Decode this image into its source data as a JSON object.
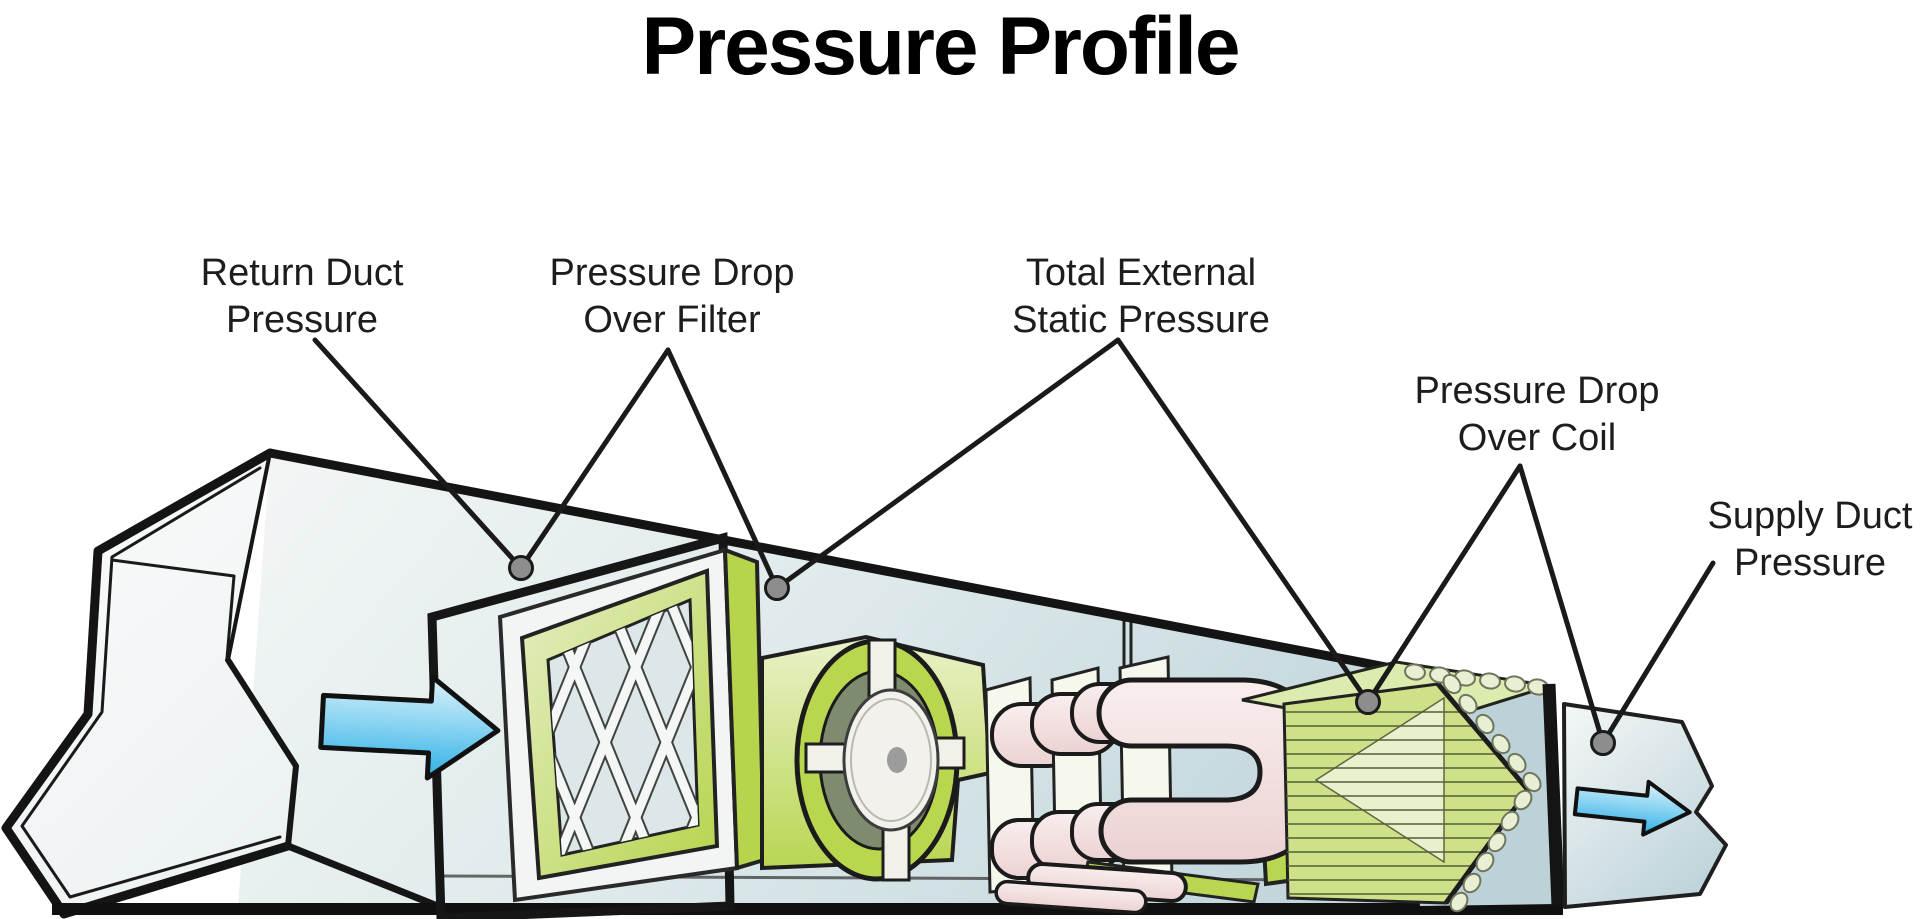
{
  "title": "Pressure Profile",
  "labels": {
    "return_duct": {
      "line1": "Return Duct",
      "line2": "Pressure"
    },
    "filter": {
      "line1": "Pressure Drop",
      "line2": "Over Filter"
    },
    "total_external": {
      "line1": "Total External",
      "line2": "Static Pressure"
    },
    "coil": {
      "line1": "Pressure Drop",
      "line2": "Over Coil"
    },
    "supply_duct": {
      "line1": "Supply Duct",
      "line2": "Pressure"
    }
  },
  "diagram": {
    "type": "HVAC air handler pressure profile illustration",
    "airflow_direction": "left-to-right",
    "pressure_tap_count": 4,
    "icons": [
      "return-duct",
      "filter",
      "blower-fan",
      "heat-exchanger-tubes",
      "cooling-coil",
      "supply-duct",
      "airflow-arrow",
      "pressure-tap-dot"
    ]
  },
  "colors": {
    "outline": "#1a1a1a",
    "cabinet_face_light": "#f3f6f5",
    "cabinet_face_dark": "#c2d6db",
    "accent_green": "#b9d64f",
    "accent_green_light": "#e6efc3",
    "tube_pink": "#f2dcdc",
    "panel_ivory": "#f6f8ee",
    "airflow_blue": "#2fb0e6",
    "tap_gray": "#8d8d8d"
  }
}
